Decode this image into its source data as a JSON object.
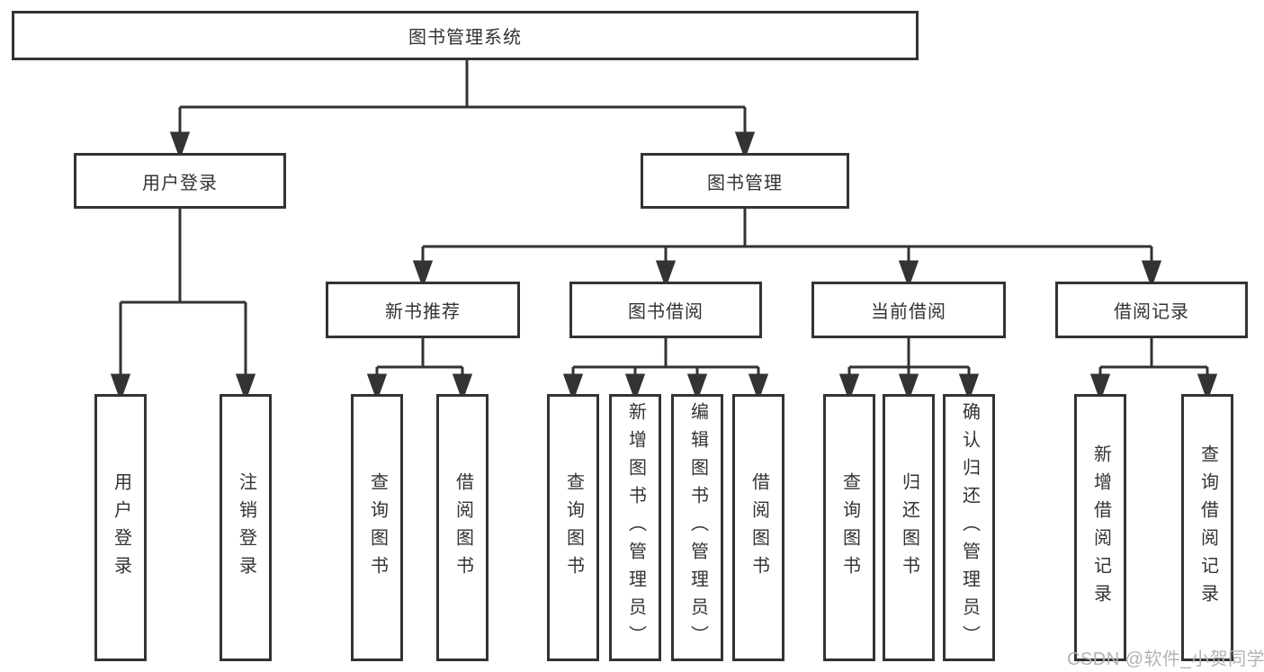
{
  "diagram": {
    "root": {
      "label": "图书管理系统"
    },
    "level2": [
      {
        "label": "用户登录"
      },
      {
        "label": "图书管理"
      }
    ],
    "level3": [
      {
        "label": "新书推荐"
      },
      {
        "label": "图书借阅"
      },
      {
        "label": "当前借阅"
      },
      {
        "label": "借阅记录"
      }
    ],
    "leaves": [
      {
        "label": "用户登录"
      },
      {
        "label": "注销登录"
      },
      {
        "label": "查询图书"
      },
      {
        "label": "借阅图书"
      },
      {
        "label": "查询图书"
      },
      {
        "label": "新增图书（管理员）"
      },
      {
        "label": "编辑图书（管理员）"
      },
      {
        "label": "借阅图书"
      },
      {
        "label": "查询图书"
      },
      {
        "label": "归还图书"
      },
      {
        "label": "确认归还（管理员）"
      },
      {
        "label": "新增借阅记录"
      },
      {
        "label": "查询借阅记录"
      }
    ],
    "watermark": "CSDN @软件_小贺同学",
    "colors": {
      "line": "#333333",
      "box_border": "#333333",
      "text": "#333333",
      "watermark": "#b3b3b3",
      "background": "#ffffff"
    }
  }
}
